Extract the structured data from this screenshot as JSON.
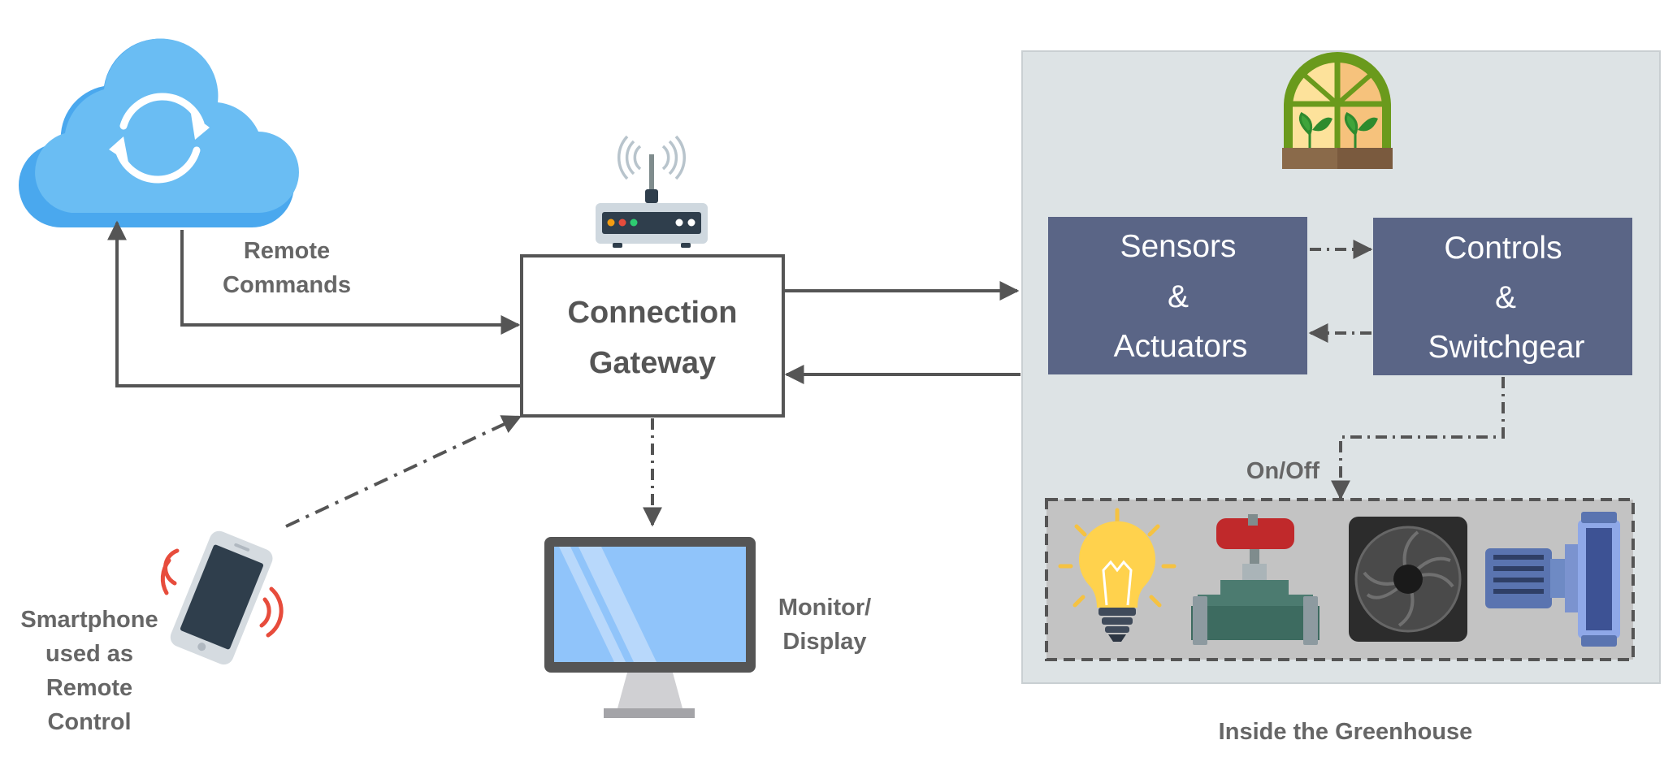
{
  "labels": {
    "remote_commands": [
      "Remote",
      "Commands"
    ],
    "gateway": [
      "Connection",
      "Gateway"
    ],
    "sensors": [
      "Sensors",
      "&",
      "Actuators"
    ],
    "controls": [
      "Controls",
      "&",
      "Switchgear"
    ],
    "on_off": "On/Off",
    "monitor": [
      "Monitor/",
      "Display"
    ],
    "smartphone": [
      "Smartphone",
      "used as",
      "Remote",
      "Control"
    ],
    "greenhouse_caption": "Inside the Greenhouse"
  },
  "colors": {
    "line": "#555555",
    "box_fill": "#5a6586",
    "greenhouse_panel": "#dde3e5",
    "equipment_panel": "#c3c3c3",
    "cloud": "#6abdf3",
    "label_text": "#666666"
  },
  "icons": [
    "cloud-sync-icon",
    "wifi-router-icon",
    "greenhouse-icon",
    "smartphone-icon",
    "monitor-icon",
    "light-bulb-icon",
    "valve-icon",
    "fan-icon",
    "pump-motor-icon"
  ]
}
